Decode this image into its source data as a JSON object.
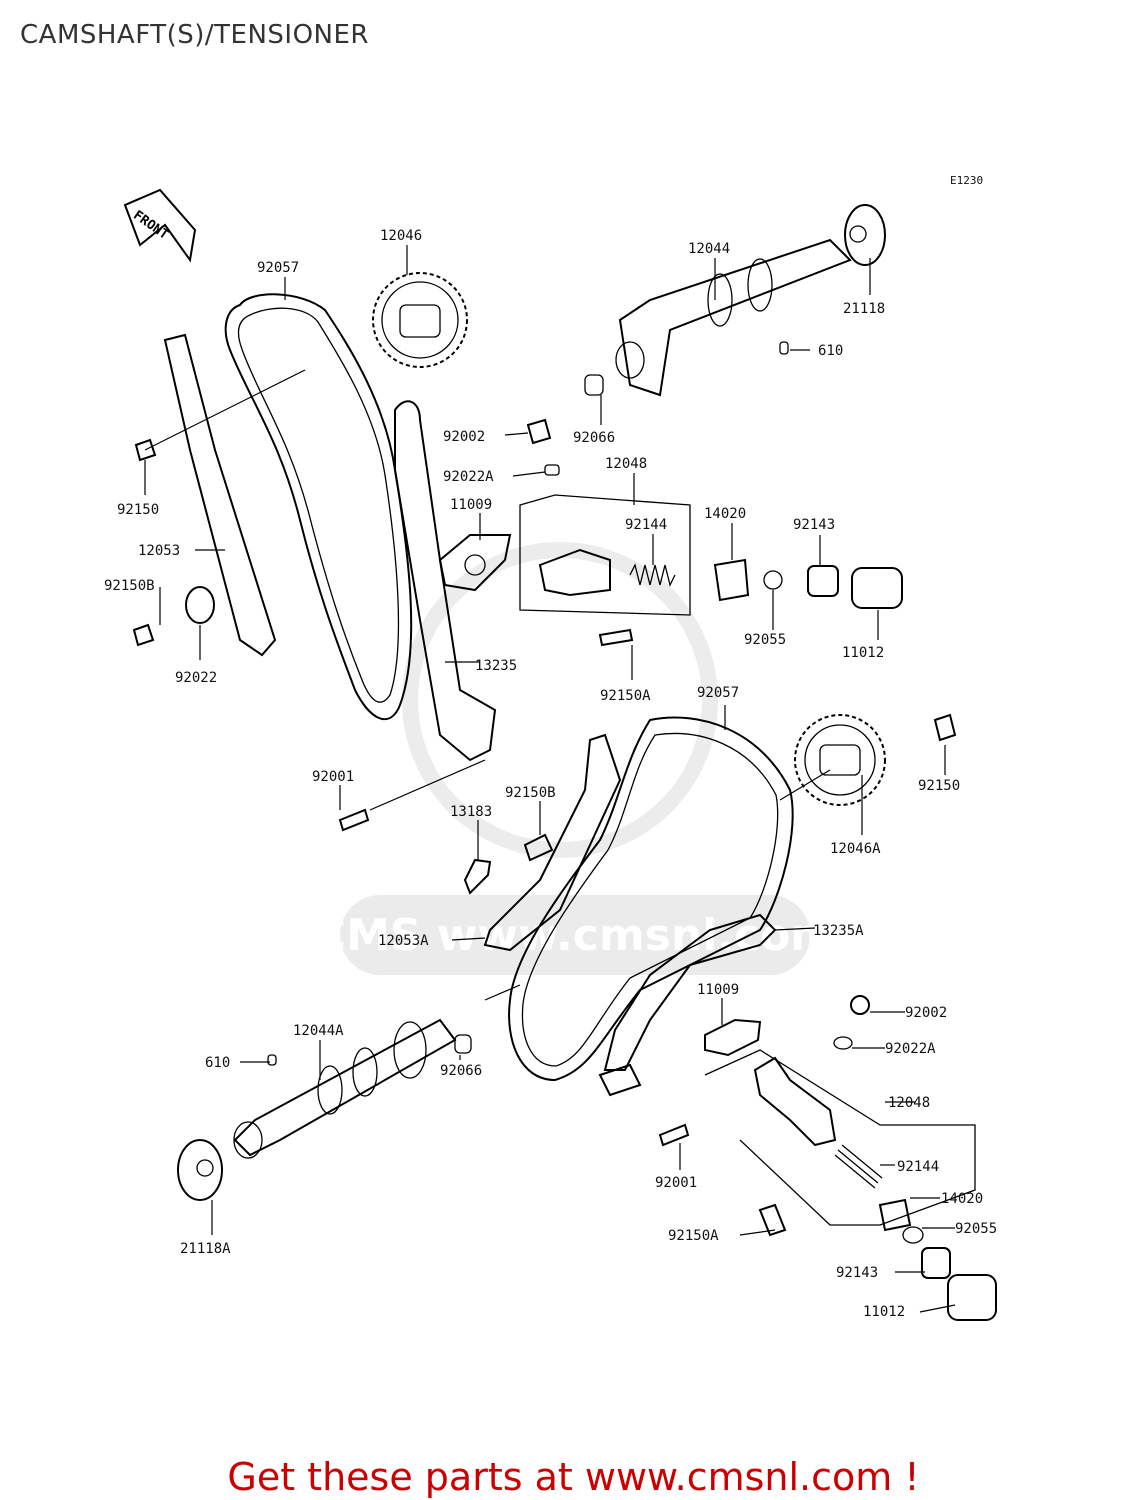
{
  "title": "CAMSHAFT(S)/TENSIONER",
  "diagram_code": "E1230",
  "front_label": "FRONT",
  "footer": "Get these parts at www.cmsnl.com !",
  "watermark": "CMS www.cmsnl.com",
  "parts": [
    {
      "id": "p-12046",
      "label": "12046"
    },
    {
      "id": "p-12044",
      "label": "12044"
    },
    {
      "id": "p-92057-top",
      "label": "92057"
    },
    {
      "id": "p-21118",
      "label": "21118"
    },
    {
      "id": "p-610-top",
      "label": "610"
    },
    {
      "id": "p-92002-top",
      "label": "92002"
    },
    {
      "id": "p-92066-top",
      "label": "92066"
    },
    {
      "id": "p-92022a-top",
      "label": "92022A"
    },
    {
      "id": "p-12048-top",
      "label": "12048"
    },
    {
      "id": "p-92150-left",
      "label": "92150"
    },
    {
      "id": "p-11009-top",
      "label": "11009"
    },
    {
      "id": "p-92144-top",
      "label": "92144"
    },
    {
      "id": "p-14020-top",
      "label": "14020"
    },
    {
      "id": "p-92143-top",
      "label": "92143"
    },
    {
      "id": "p-12053",
      "label": "12053"
    },
    {
      "id": "p-92150b-left",
      "label": "92150B"
    },
    {
      "id": "p-92055-top",
      "label": "92055"
    },
    {
      "id": "p-11012-top",
      "label": "11012"
    },
    {
      "id": "p-92022",
      "label": "92022"
    },
    {
      "id": "p-13235",
      "label": "13235"
    },
    {
      "id": "p-92150a-top",
      "label": "92150A"
    },
    {
      "id": "p-92057-bottom",
      "label": "92057"
    },
    {
      "id": "p-92001-top",
      "label": "92001"
    },
    {
      "id": "p-92150b-mid",
      "label": "92150B"
    },
    {
      "id": "p-92150-right",
      "label": "92150"
    },
    {
      "id": "p-13183",
      "label": "13183"
    },
    {
      "id": "p-12046a",
      "label": "12046A"
    },
    {
      "id": "p-13235a",
      "label": "13235A"
    },
    {
      "id": "p-12053a",
      "label": "12053A"
    },
    {
      "id": "p-11009-bottom",
      "label": "11009"
    },
    {
      "id": "p-92002-bottom",
      "label": "92002"
    },
    {
      "id": "p-12044a",
      "label": "12044A"
    },
    {
      "id": "p-92022a-bottom",
      "label": "92022A"
    },
    {
      "id": "p-610-bottom",
      "label": "610"
    },
    {
      "id": "p-92066-bottom",
      "label": "92066"
    },
    {
      "id": "p-12048-bottom",
      "label": "12048"
    },
    {
      "id": "p-92144-bottom",
      "label": "92144"
    },
    {
      "id": "p-92001-bottom",
      "label": "92001"
    },
    {
      "id": "p-14020-bottom",
      "label": "14020"
    },
    {
      "id": "p-21118a",
      "label": "21118A"
    },
    {
      "id": "p-92150a-bottom",
      "label": "92150A"
    },
    {
      "id": "p-92055-bottom",
      "label": "92055"
    },
    {
      "id": "p-92143-bottom",
      "label": "92143"
    },
    {
      "id": "p-11012-bottom",
      "label": "11012"
    }
  ]
}
